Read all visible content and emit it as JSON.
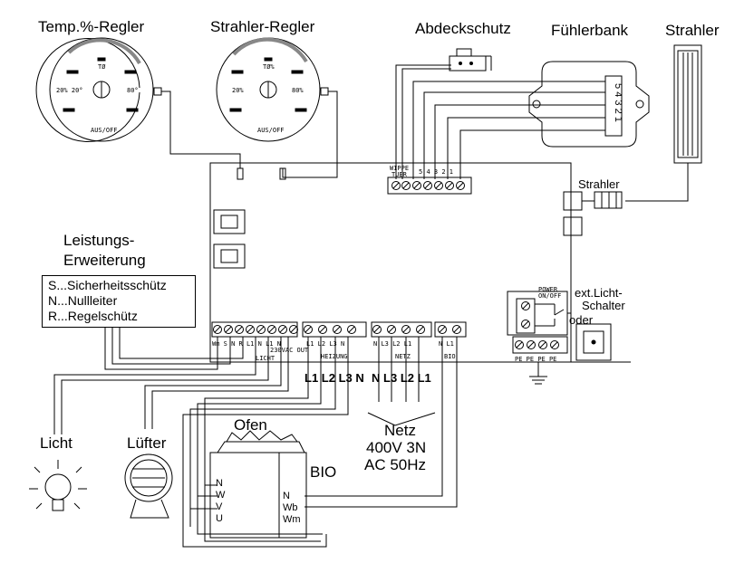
{
  "titles": {
    "temp_regler": "Temp.%-Regler",
    "strahler_regler": "Strahler-Regler",
    "abdeckschutz": "Abdeckschutz",
    "fuehlerbank": "Fühlerbank",
    "strahler": "Strahler",
    "leistung_line1": "Leistungs-",
    "leistung_line2": "Erweiterung",
    "licht": "Licht",
    "luefter": "Lüfter",
    "ofen": "Ofen",
    "bio": "BIO",
    "netz_line1": "Netz",
    "netz_line2": "400V 3N",
    "netz_line3": "AC 50Hz",
    "strahler_conn": "Strahler",
    "ext_licht_line1": "ext.Licht-",
    "ext_licht_line2": "Schalter",
    "oder": "oder"
  },
  "legend": [
    "S...Sicherheitsschütz",
    "N...Nullleiter",
    "R...Regelschütz"
  ],
  "dial_temp": {
    "top": "TØ",
    "left": "20% 20°",
    "right": "80°",
    "bottom": "AUS/OFF"
  },
  "dial_strahler": {
    "top": "TØ%",
    "left": "20%",
    "right": "80%",
    "bottom": "AUS/OFF"
  },
  "board": {
    "wippe_line1": "WIPPE",
    "wippe_line2": "TUER",
    "sensor_terms": [
      "5",
      "4",
      "3",
      "2",
      "1"
    ],
    "power_line1": "POWER",
    "power_line2": "ON/OFF",
    "licht_terms": [
      "Wm",
      "S",
      "N",
      "R",
      "L1",
      "N",
      "L1",
      "N"
    ],
    "licht_out": "230VAC OUT",
    "licht_group": "LICHT",
    "heizung_terms": [
      "L1",
      "L2",
      "L3",
      "N"
    ],
    "heizung_group": "HEIZUNG",
    "netz_terms": [
      "N",
      "L3",
      "L2",
      "L1"
    ],
    "netz_group": "NETZ",
    "bio_terms": [
      "N",
      "L1"
    ],
    "bio_group": "BIO",
    "pe_terms": [
      "PE",
      "PE",
      "PE",
      "PE"
    ]
  },
  "heating_wires": [
    "L1",
    "L2",
    "L3",
    "N"
  ],
  "net_wires": [
    "N",
    "L3",
    "L2",
    "L1"
  ],
  "fuehler_terms": [
    "5",
    "4",
    "3",
    "2",
    "1"
  ],
  "ofen_terms": [
    "N",
    "W",
    "V",
    "U"
  ],
  "bio_terms": [
    "N",
    "Wb",
    "Wm"
  ]
}
